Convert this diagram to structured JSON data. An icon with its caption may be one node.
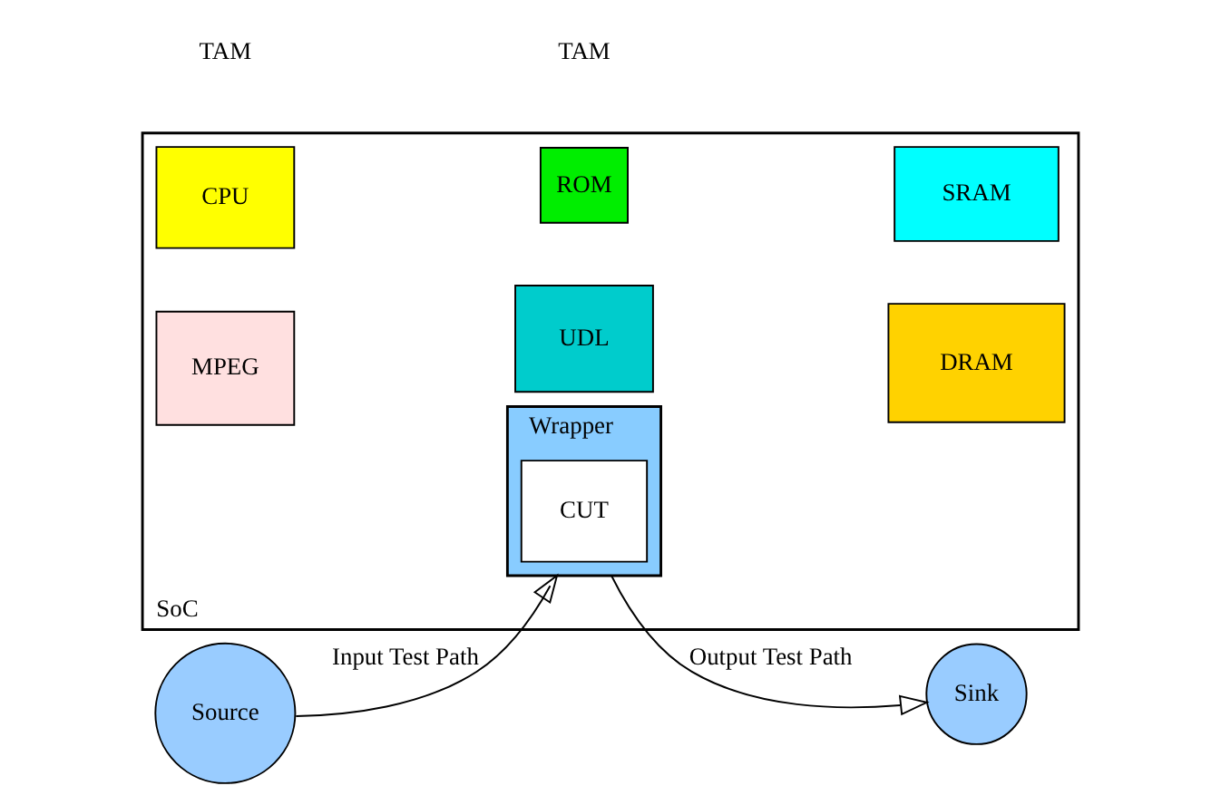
{
  "diagram": {
    "nodes": [
      {
        "text": [
          "SoC"
        ]
      },
      {
        "text": [
          "CPU"
        ],
        "in": 0
      },
      {
        "text": [
          "ROM"
        ],
        "in": 0
      },
      {
        "text": [
          "SRAM"
        ],
        "in": 0
      },
      {
        "text": [
          "Source"
        ]
      },
      {
        "text": [
          "Wrapper"
        ],
        "in": 0
      },
      {
        "text": [
          "CUT"
        ],
        "in": 5
      },
      {
        "text": [
          "Sink"
        ]
      },
      {
        "text": [
          "MPEG"
        ],
        "in": 0
      },
      {
        "text": [
          "UDL"
        ],
        "in": 0
      },
      {
        "text": [
          "DRAM"
        ],
        "in": 0
      }
    ],
    "edges": [
      {
        "from": 4,
        "to": 6,
        "arrow": "to",
        "label": "Input Test Path"
      },
      {
        "from": 6,
        "to": 7,
        "arrow": "to",
        "label": "Output Test Path"
      }
    ],
    "labels": [
      "TAM",
      "TAM"
    ]
  }
}
